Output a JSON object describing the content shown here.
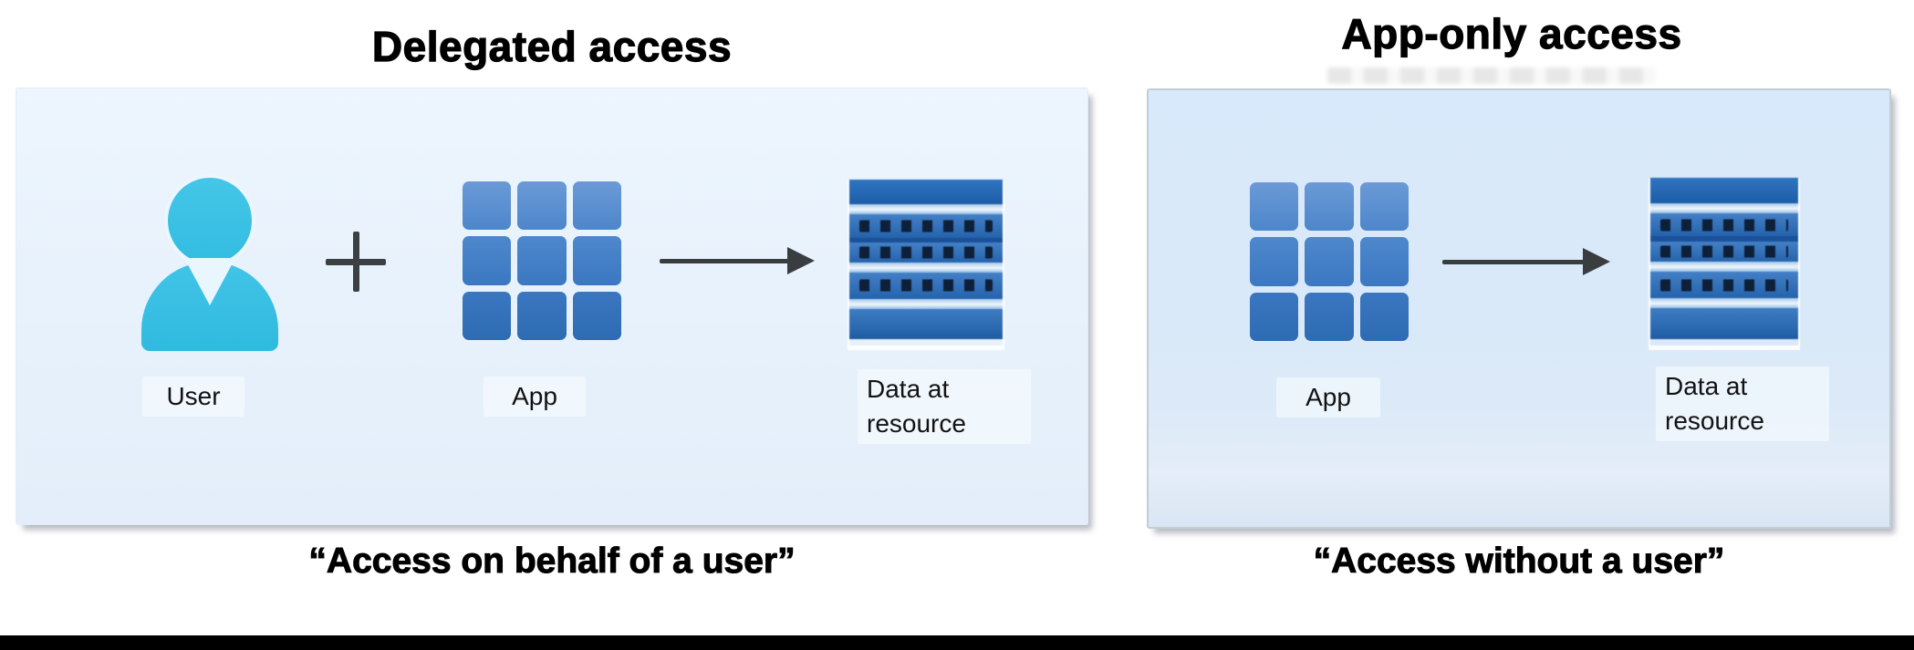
{
  "delegated_panel": {
    "title": "Delegated access",
    "user_label": "User",
    "app_label": "App",
    "data_label": "Data at resource",
    "caption": "“Access on behalf of a user”"
  },
  "app_only_panel": {
    "title": "App-only access",
    "app_label": "App",
    "data_label": "Data at resource",
    "caption": "“Access without a user”"
  },
  "icons": {
    "user": "user-person-icon",
    "plus": "plus-icon",
    "app": "app-grid-icon",
    "arrow": "right-arrow-icon",
    "data": "data-resource-stack-icon"
  },
  "colors": {
    "user_icon": "#3bc0e4",
    "app_tile_top": "#6b9ad6",
    "app_tile_bottom": "#2d6bb3",
    "data_blue_dark": "#1d5da7",
    "data_blue_mid": "#2f74c0",
    "data_dot": "#0e1f38",
    "arrow": "#3a3d40",
    "panel_delegated_bg": "#e8f2fc",
    "panel_apponly_bg": "#d9e9fa",
    "title_text": "#000000",
    "bottom_bar": "#000000",
    "page_bg": "#ffffff"
  }
}
